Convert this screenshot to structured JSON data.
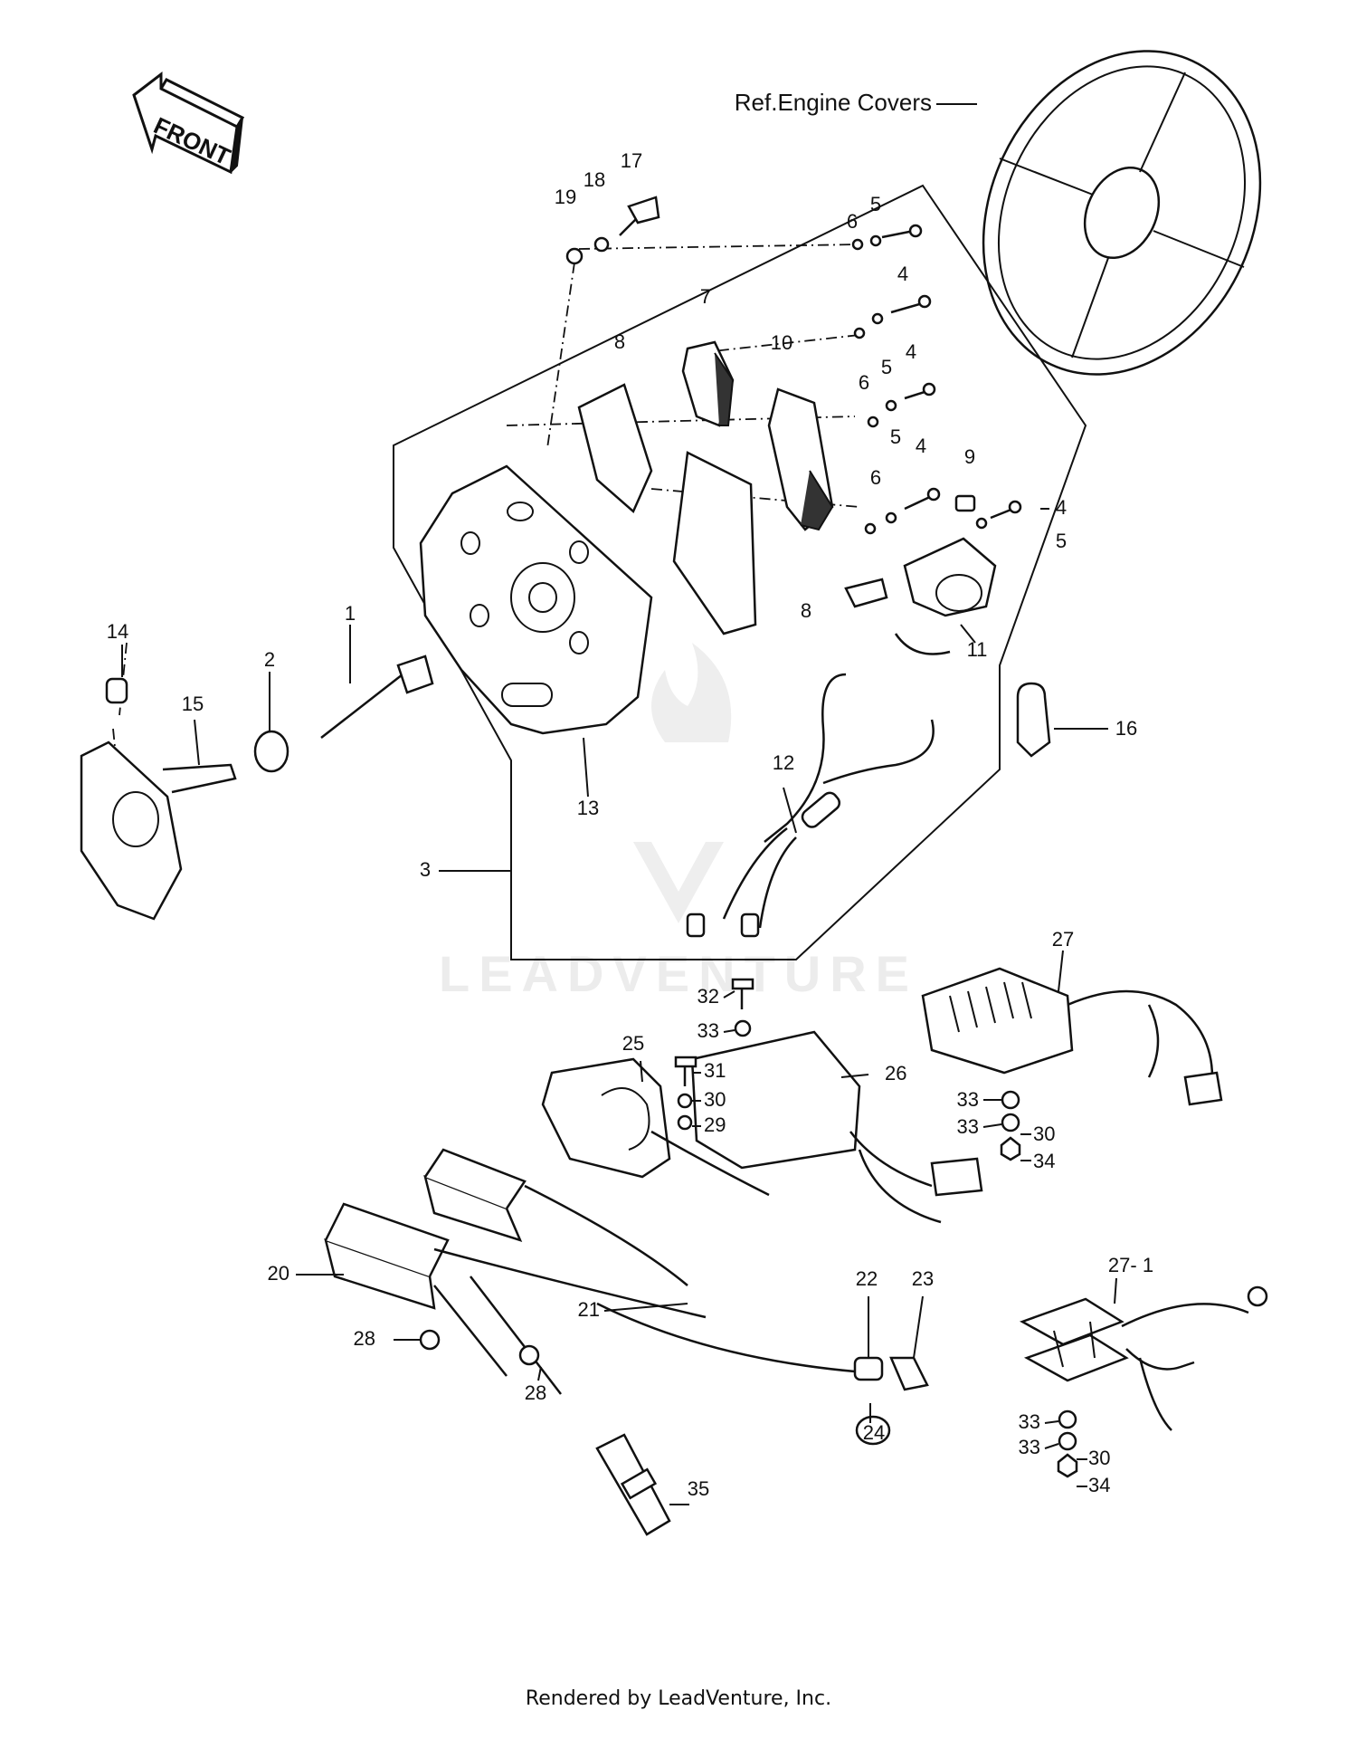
{
  "diagram": {
    "front_label": "FRONT",
    "reference_label": "Ref.Engine Covers",
    "watermark": "LEADVENTURE",
    "footer": "Rendered by LeadVenture, Inc.",
    "callouts": {
      "c1": "1",
      "c2": "2",
      "c3": "3",
      "c4a": "4",
      "c4b": "4",
      "c4c": "4",
      "c4d": "4",
      "c5a": "5",
      "c5b": "5",
      "c5c": "5",
      "c5d": "5",
      "c6a": "6",
      "c6b": "6",
      "c6c": "6",
      "c7": "7",
      "c8a": "8",
      "c8b": "8",
      "c9": "9",
      "c10": "10",
      "c11": "11",
      "c12": "12",
      "c13": "13",
      "c14": "14",
      "c15": "15",
      "c16": "16",
      "c17": "17",
      "c18": "18",
      "c19": "19",
      "c20": "20",
      "c21": "21",
      "c22": "22",
      "c23": "23",
      "c24": "24",
      "c25": "25",
      "c26": "26",
      "c27": "27",
      "c27_1": "27- 1",
      "c28a": "28",
      "c28b": "28",
      "c29": "29",
      "c30a": "30",
      "c30b": "30",
      "c30c": "30",
      "c31": "31",
      "c32": "32",
      "c33a": "33",
      "c33b": "33",
      "c33c": "33",
      "c33d": "33",
      "c33e": "33",
      "c34a": "34",
      "c34b": "34",
      "c35": "35"
    }
  }
}
